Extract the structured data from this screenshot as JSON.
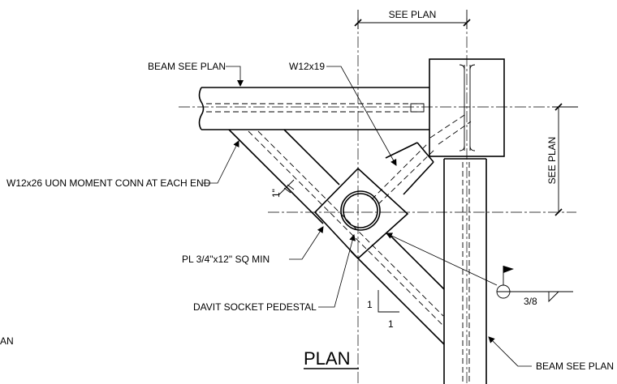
{
  "labels": {
    "see_plan_top": "SEE PLAN",
    "see_plan_right": "SEE PLAN",
    "beam_see_plan_top": "BEAM SEE PLAN",
    "w12x19": "W12x19",
    "w12x26": "W12x26 UON MOMENT CONN AT EACH END",
    "one_inch": "1\"",
    "plate": "PL 3/4\"x12\" SQ MIN",
    "davit": "DAVIT SOCKET PEDESTAL",
    "slope_rise": "1",
    "slope_run": "1",
    "weld_size": "3/8",
    "beam_see_plan_bottom": "BEAM SEE PLAN",
    "left_edge": "AN",
    "title": "PLAN"
  }
}
